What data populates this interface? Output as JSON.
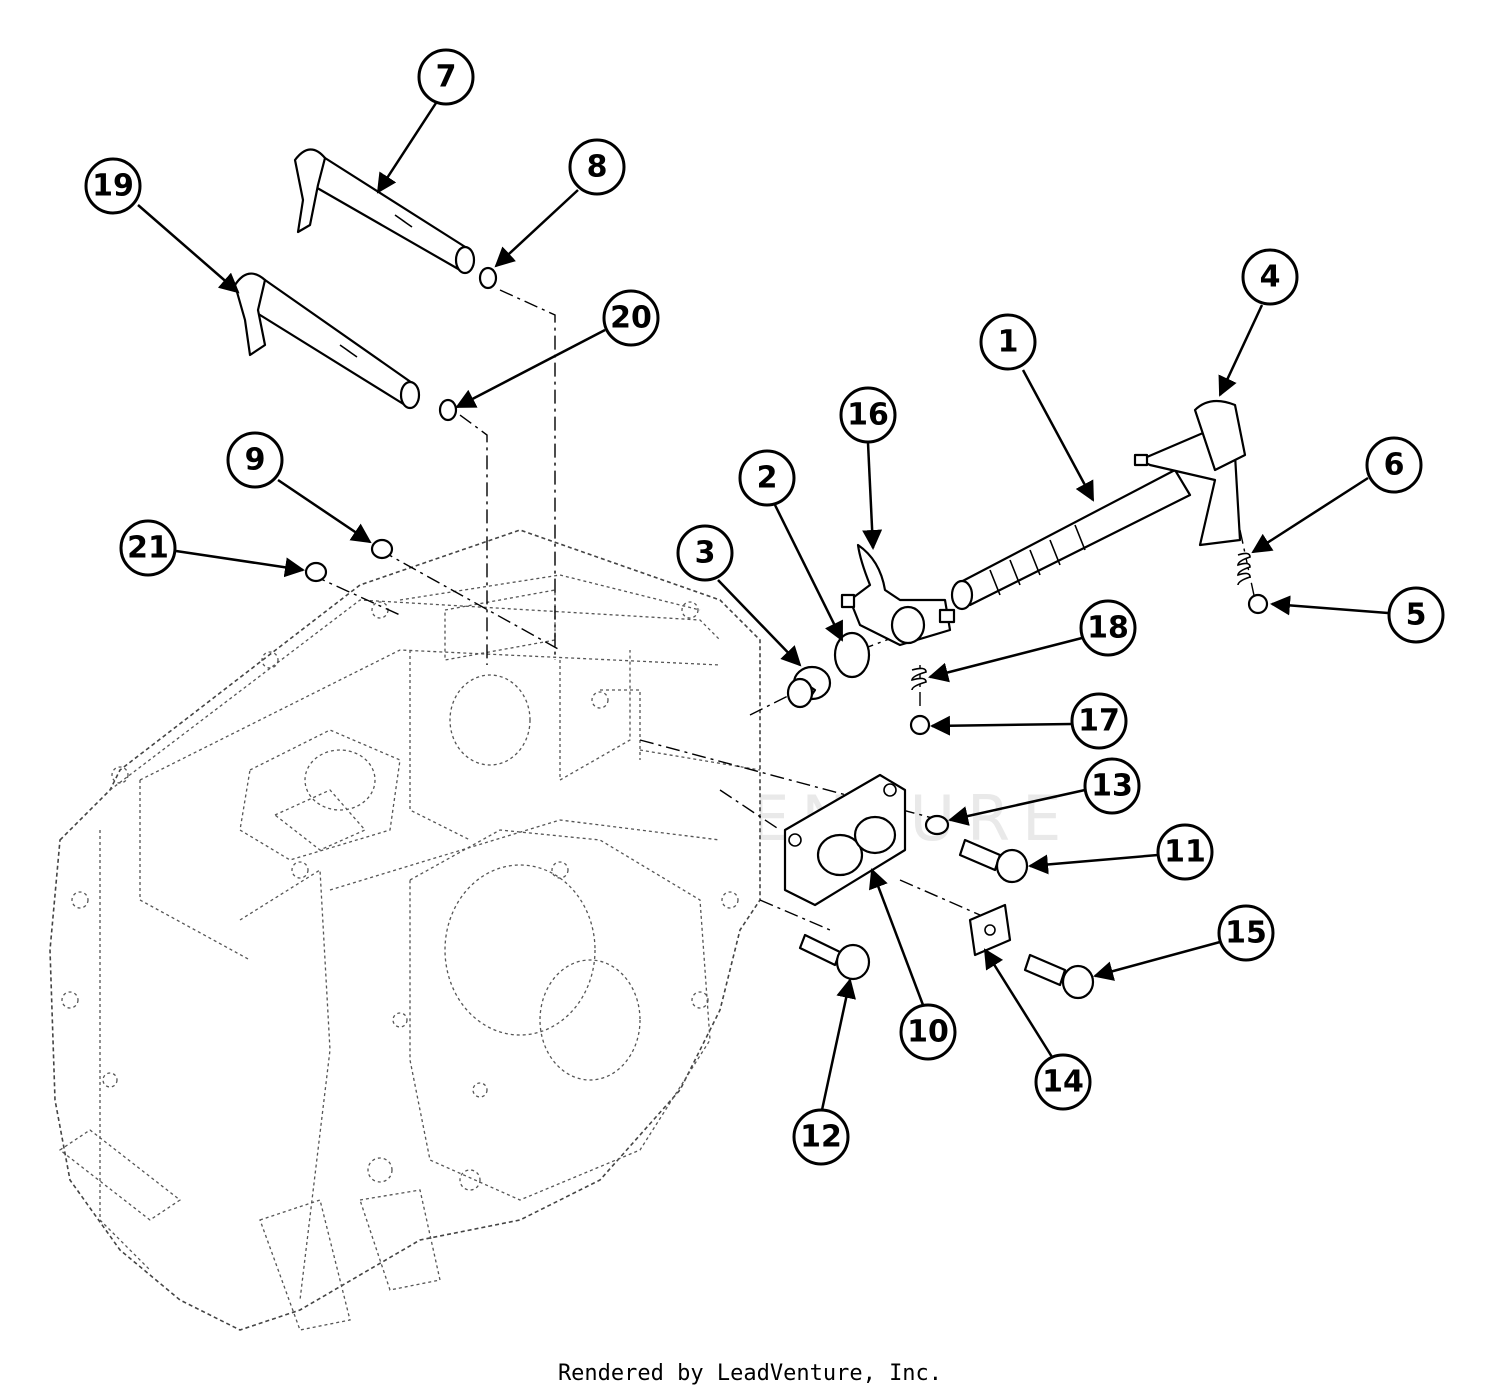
{
  "footer": {
    "credit": "Rendered by LeadVenture, Inc."
  },
  "watermark": {
    "text": "LEADVENTURE"
  },
  "colors": {
    "line": "#000000",
    "background": "#ffffff",
    "watermark": "#e9e9e9"
  },
  "callouts": [
    {
      "number": "1"
    },
    {
      "number": "2"
    },
    {
      "number": "3"
    },
    {
      "number": "4"
    },
    {
      "number": "5"
    },
    {
      "number": "6"
    },
    {
      "number": "7"
    },
    {
      "number": "8"
    },
    {
      "number": "9"
    },
    {
      "number": "10"
    },
    {
      "number": "11"
    },
    {
      "number": "12"
    },
    {
      "number": "13"
    },
    {
      "number": "14"
    },
    {
      "number": "15"
    },
    {
      "number": "16"
    },
    {
      "number": "17"
    },
    {
      "number": "18"
    },
    {
      "number": "19"
    },
    {
      "number": "20"
    },
    {
      "number": "21"
    }
  ]
}
